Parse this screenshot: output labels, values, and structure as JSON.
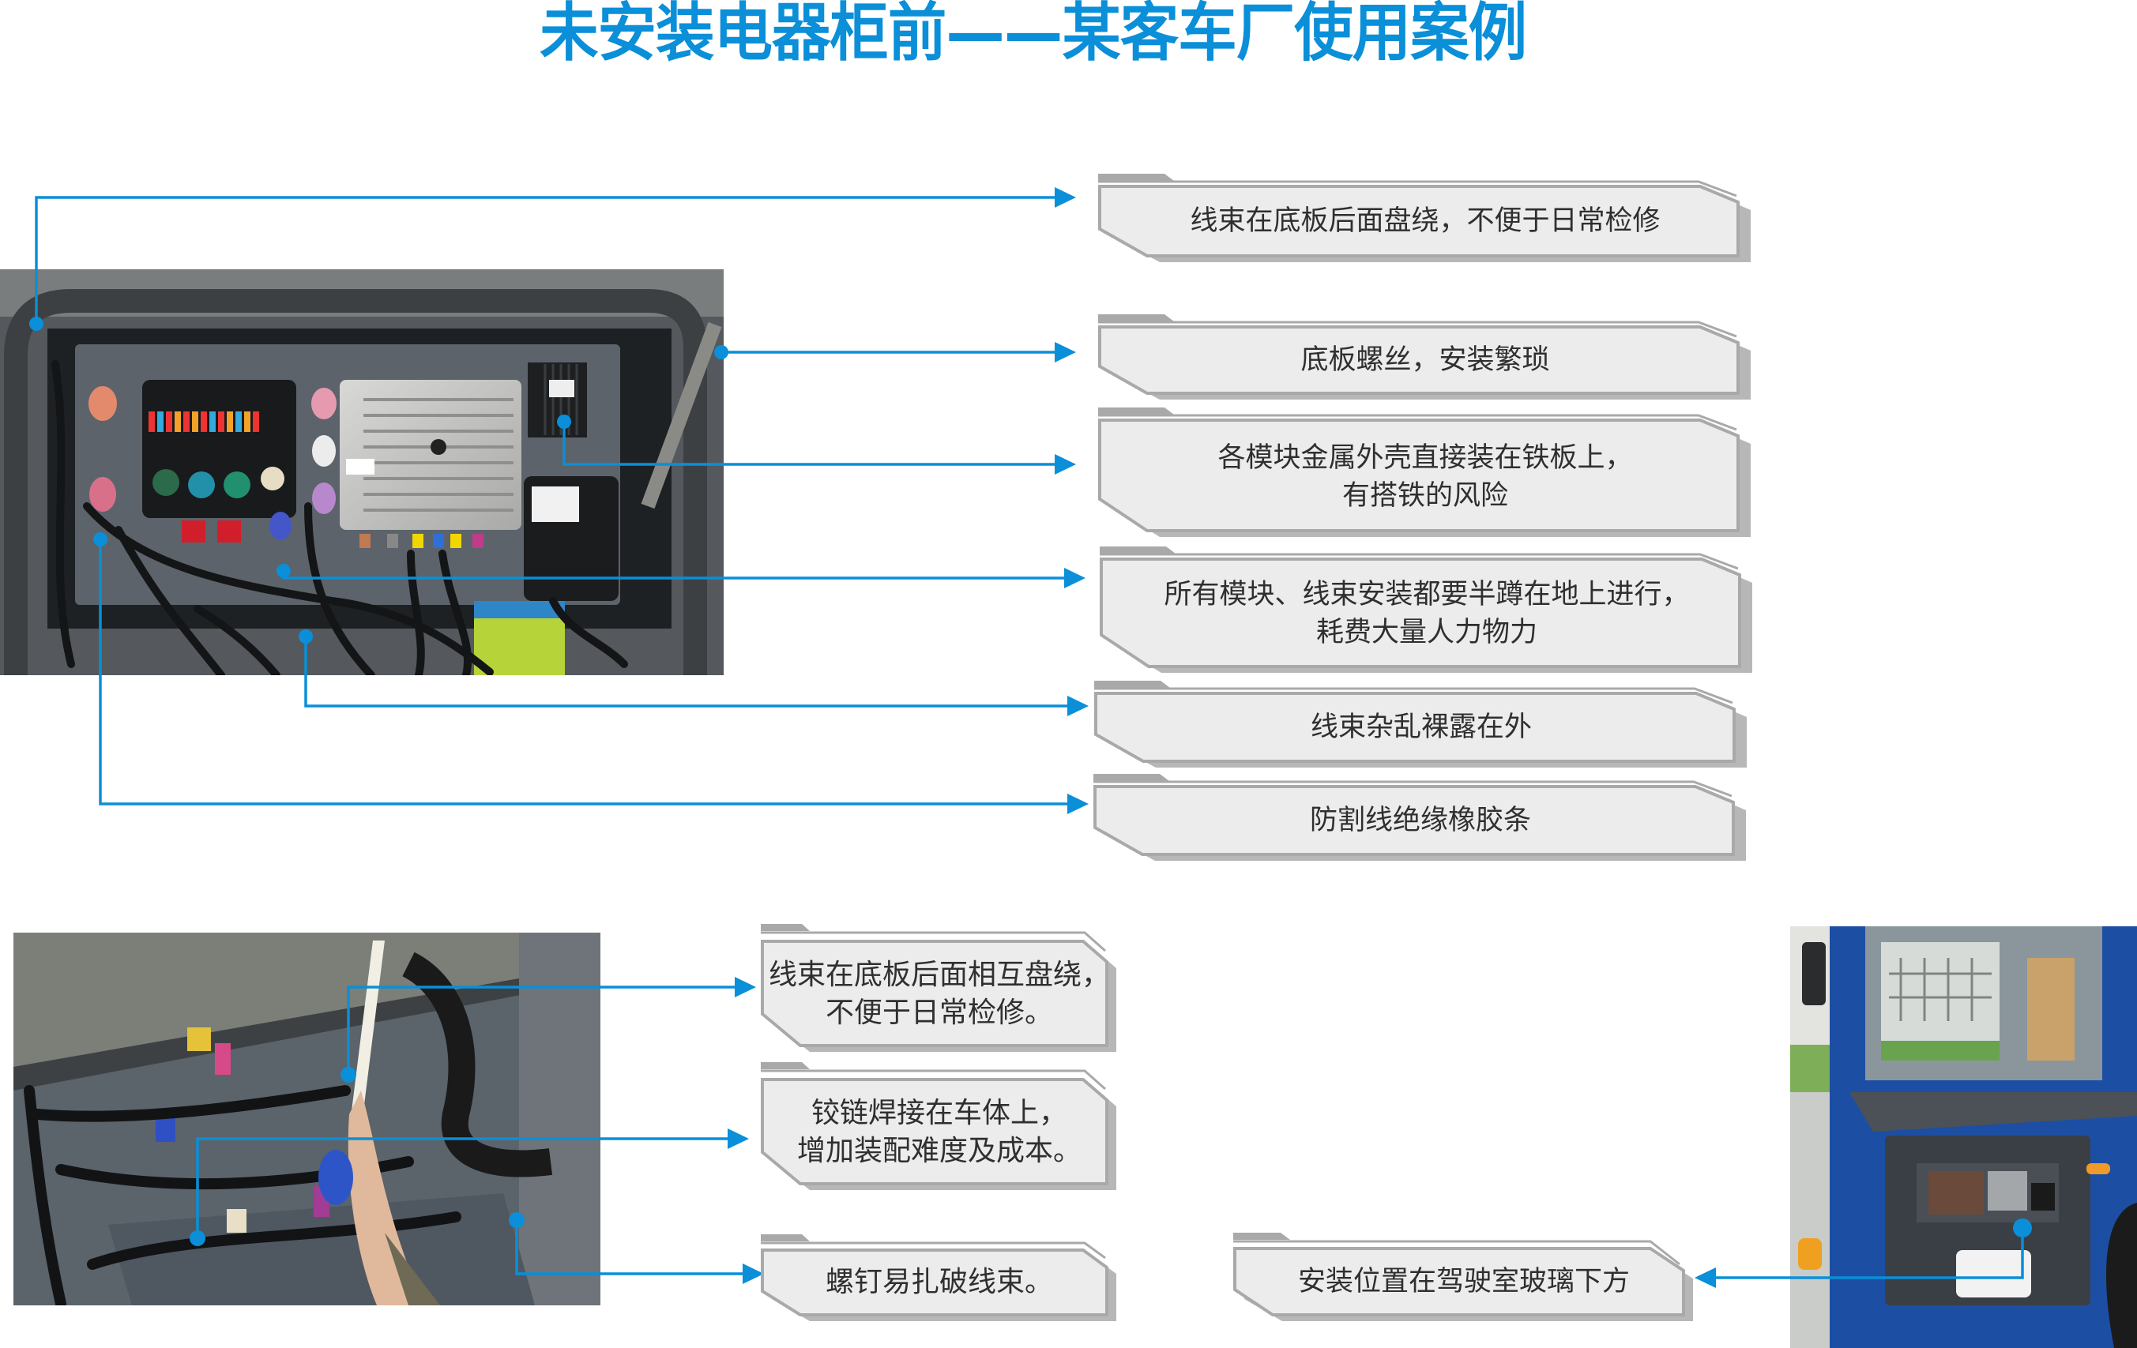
{
  "title": "未安装电器柜前——某客车厂使用案例",
  "colors": {
    "accent": "#0a8fd8",
    "callout_fill": "#ececec",
    "callout_border": "#a9a9a9",
    "callout_shadow": "#b7b7b7",
    "callout_text": "#2f2f2f"
  },
  "top_section": {
    "photo": {
      "label": "electrical-panel-wiring-photo"
    },
    "callouts": [
      {
        "text": "线束在底板后面盘绕，不便于日常检修"
      },
      {
        "text": "底板螺丝，安装繁琐"
      },
      {
        "text": "各模块金属外壳直接装在铁板上，\n有搭铁的风险"
      },
      {
        "text": "所有模块、线束安装都要半蹲在地上进行，\n耗费大量人力物力"
      },
      {
        "text": "线束杂乱裸露在外"
      },
      {
        "text": "防割线绝缘橡胶条"
      }
    ]
  },
  "bottom_left_section": {
    "photo": {
      "label": "wiring-harness-behind-baseplate-photo"
    },
    "callouts": [
      {
        "text": "线束在底板后面相互盘绕，\n不便于日常检修。"
      },
      {
        "text": "铰链焊接在车体上，\n增加装配难度及成本。"
      },
      {
        "text": "螺钉易扎破线束。"
      }
    ]
  },
  "bottom_right_section": {
    "photo": {
      "label": "bus-front-open-cabinet-photo"
    },
    "callouts": [
      {
        "text": "安装位置在驾驶室玻璃下方"
      }
    ]
  }
}
